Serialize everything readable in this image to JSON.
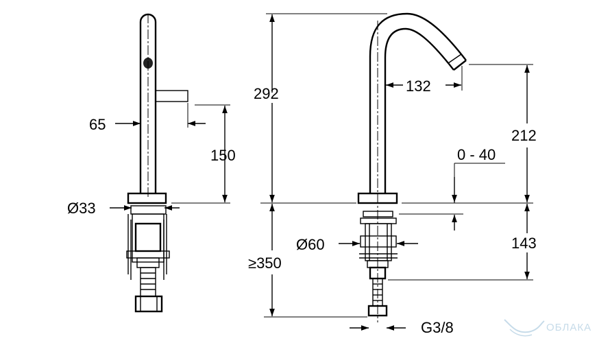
{
  "dimensions": {
    "side_width": "65",
    "side_lever_height": "150",
    "side_base_dia": "Ø33",
    "front_total_height": "292",
    "front_reach": "132",
    "front_spout_height": "212",
    "front_adjust": "0 - 40",
    "front_below_min": "≥350",
    "front_nut_dia": "Ø60",
    "front_under_depth": "143",
    "front_thread": "G3/8"
  },
  "watermark": "ОБЛАКА",
  "colors": {
    "line": "#000000",
    "watermark": "#c6dbe9",
    "background": "#ffffff"
  }
}
